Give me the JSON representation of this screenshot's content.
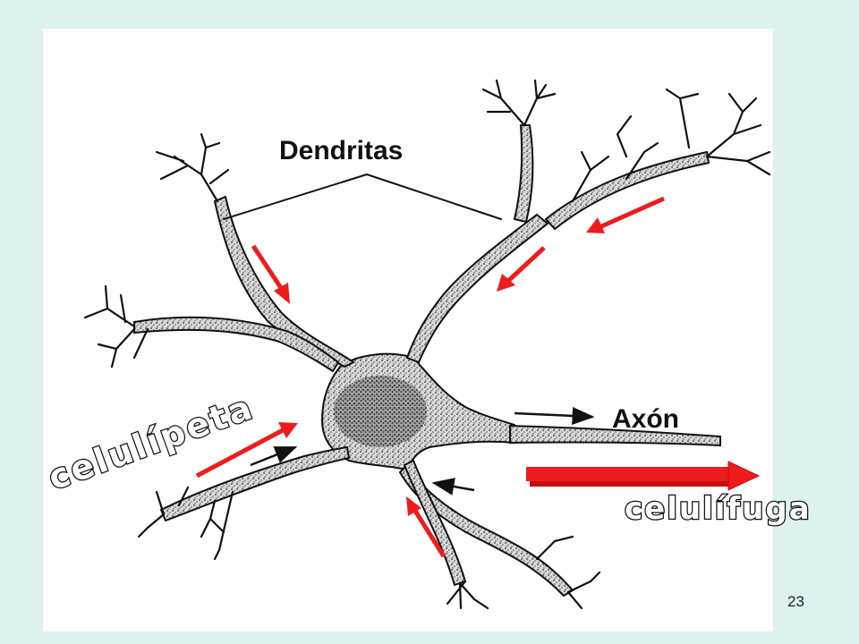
{
  "slide": {
    "page_number": "23",
    "background_color": "#DDF2EE"
  },
  "diagram": {
    "labels": {
      "dendrites": "Dendritas",
      "axon": "Axón",
      "afferent": "celulípeta",
      "efferent": "celulífuga"
    },
    "colors": {
      "arrow": "#EE1C1C",
      "outline": "#111111",
      "outline_text_fill": "#FFFFFF"
    }
  }
}
